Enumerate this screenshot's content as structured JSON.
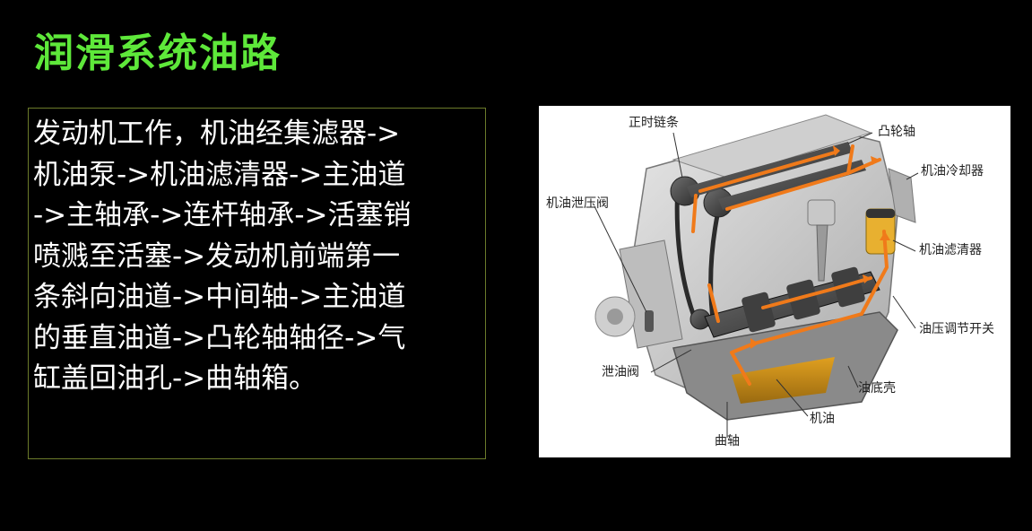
{
  "slide": {
    "title": "润滑系统油路",
    "body_lines": [
      "发动机工作，机油经集滤器->",
      "机油泵->机油滤清器->主油道",
      "->主轴承->连杆轴承->活塞销",
      "喷溅至活塞->发动机前端第一",
      "条斜向油道->中间轴->主油道",
      "的垂直油道->凸轮轴轴径->气",
      "缸盖回油孔->曲轴箱。"
    ]
  },
  "figure": {
    "labels": {
      "timing_chain": "正时链条",
      "camshaft": "凸轮轴",
      "oil_cooler": "机油冷却器",
      "relief_valve": "机油泄压阀",
      "oil_filter": "机油滤清器",
      "pressure_switch": "油压调节开关",
      "drain_valve": "泄油阀",
      "oil_pan": "油底壳",
      "oil": "机油",
      "crankshaft": "曲轴"
    }
  },
  "colors": {
    "title": "#5ee83a",
    "body_text": "#ffffff",
    "background": "#000000",
    "oil_path": "#f07a1a",
    "box_border": "#6b7a2a"
  }
}
